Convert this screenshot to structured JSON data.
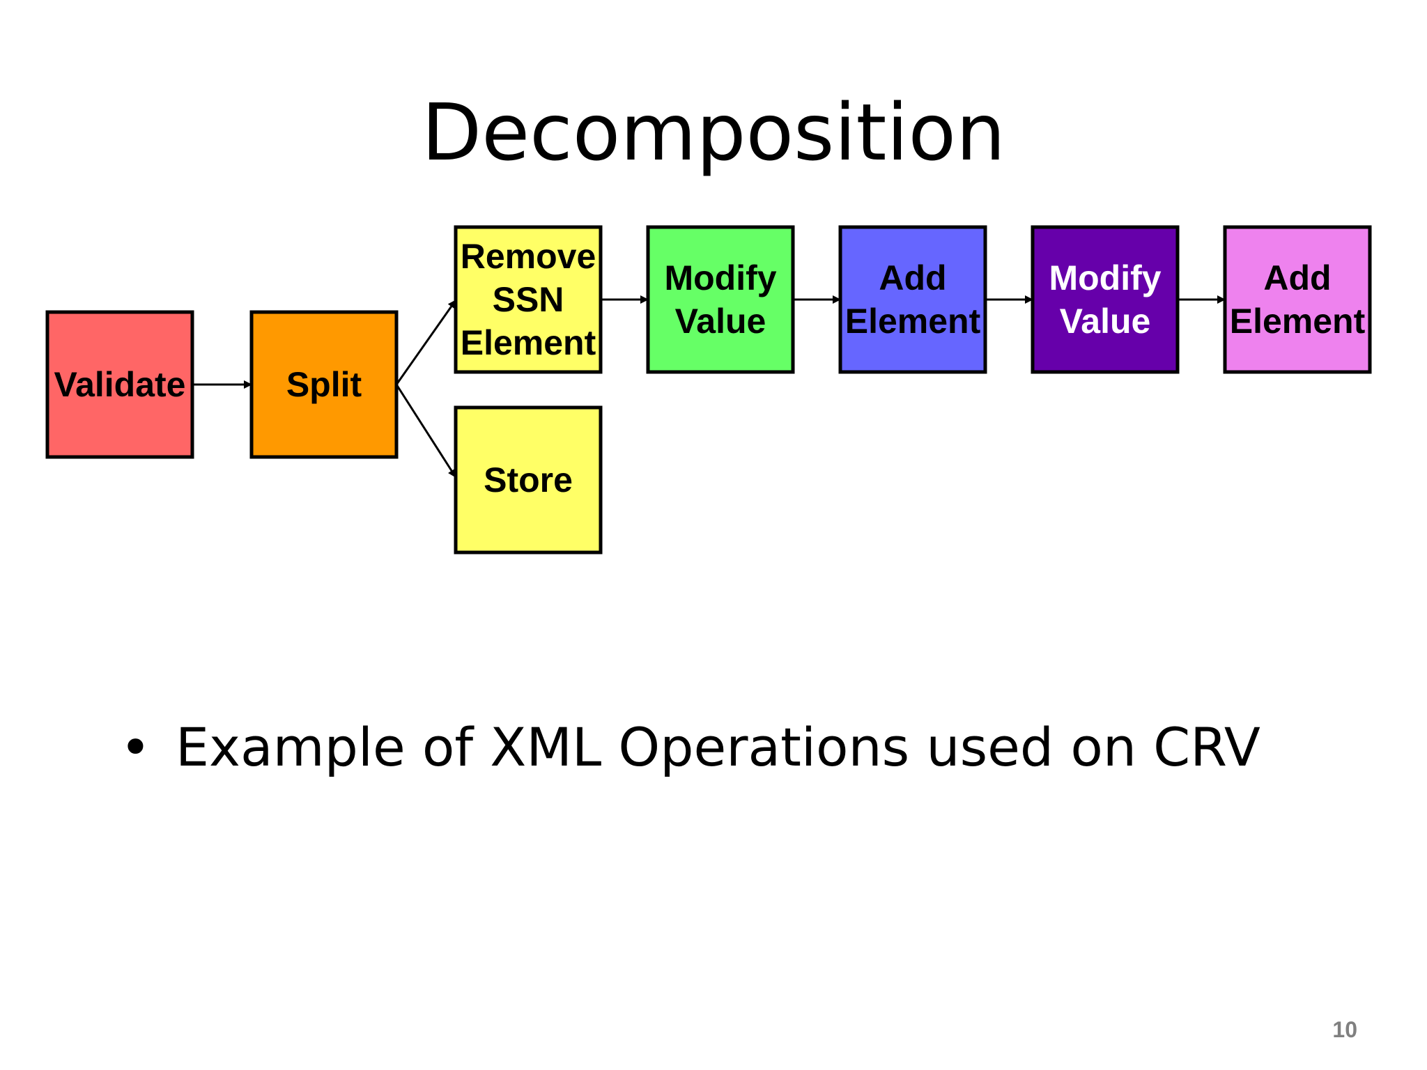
{
  "slide": {
    "title": "Decomposition",
    "bullet": "Example of XML Operations used on CRV",
    "bullet_symbol": "•",
    "page_number": "10"
  },
  "diagram": {
    "nodes": [
      {
        "id": "validate",
        "lines": [
          "Validate"
        ],
        "fill": "#ff6666",
        "text_color": "#000000"
      },
      {
        "id": "split",
        "lines": [
          "Split"
        ],
        "fill": "#ff9900",
        "text_color": "#000000"
      },
      {
        "id": "remove-ssn",
        "lines": [
          "Remove",
          "SSN",
          "Element"
        ],
        "fill": "#ffff66",
        "text_color": "#000000"
      },
      {
        "id": "store",
        "lines": [
          "Store"
        ],
        "fill": "#ffff66",
        "text_color": "#000000"
      },
      {
        "id": "modify-value-1",
        "lines": [
          "Modify",
          "Value"
        ],
        "fill": "#66ff66",
        "text_color": "#000000"
      },
      {
        "id": "add-element-1",
        "lines": [
          "Add",
          "Element"
        ],
        "fill": "#6666ff",
        "text_color": "#000000"
      },
      {
        "id": "modify-value-2",
        "lines": [
          "Modify",
          "Value"
        ],
        "fill": "#6600aa",
        "text_color": "#ffffff"
      },
      {
        "id": "add-element-2",
        "lines": [
          "Add",
          "Element"
        ],
        "fill": "#ee82ee",
        "text_color": "#000000"
      }
    ],
    "edges": [
      {
        "from": "validate",
        "to": "split"
      },
      {
        "from": "split",
        "to": "remove-ssn"
      },
      {
        "from": "split",
        "to": "store"
      },
      {
        "from": "remove-ssn",
        "to": "modify-value-1"
      },
      {
        "from": "modify-value-1",
        "to": "add-element-1"
      },
      {
        "from": "add-element-1",
        "to": "modify-value-2"
      },
      {
        "from": "modify-value-2",
        "to": "add-element-2"
      }
    ]
  }
}
